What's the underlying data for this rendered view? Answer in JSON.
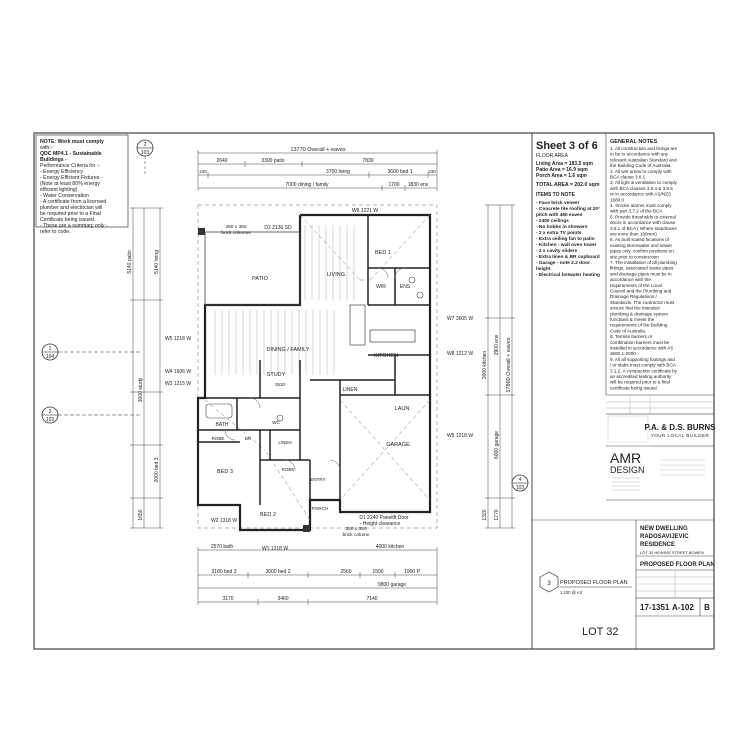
{
  "notes_box": {
    "lines": [
      "NOTE: Work must comply",
      "with:-",
      "QDC MP4.1 - Sustainable",
      "Buildings -",
      "Performance Criteria for :-",
      "- Energy Efficiency",
      "- Energy Efficient Fixtures -",
      "(Note at least 80% energy",
      "efficient lighting)",
      "- Water Conservation",
      "- A certificate from a licensed",
      "plumber and electrician will",
      "be required prior to a Final",
      "Certificate being issued.",
      "- These are a summary only -",
      "refer to code."
    ]
  },
  "sheet_info": {
    "title": "Sheet 3 of 6",
    "subtitle": "FLOOR AREA",
    "area_lines": [
      "Living Area = 183.5 sqm",
      "Patio Area = 16.9 sqm",
      "Porch Area = 1.6 sqm"
    ],
    "total": "TOTAL AREA = 202.0 sqm",
    "items_heading": "ITEMS TO NOTE",
    "items": [
      "- Face brick veneer",
      "- Concrete tile roofing at 20°",
      "pitch with 450 eaves",
      "- 2400 ceilings",
      "- No hobbs in showers",
      "- 2 x extra TV points",
      "- Extra ceiling fan to patio",
      "- Kitchen - wall oven tower",
      "- 2 x cavity sliders",
      "- Extra linen & BR cupboard",
      "- Garage - note 2.2 door",
      "height",
      "- Electrical hotwater heating"
    ]
  },
  "general_notes": {
    "heading": "GENERAL NOTES",
    "lines": [
      "1. All construction and fixings are",
      "to be in accordance with any",
      "relevant Australian Standard and",
      "the Building Code of Australia.",
      "2. All wet areas to comply with",
      "BCA clause 3.8.1",
      "3. All light & ventilation to comply",
      "with BCA clauses 3.8.4 & 3.8.5",
      "or in accordance with AS/NZS",
      "1680.0",
      "4. Smoke alarms must comply",
      "with part 3.7.2 of the BCA",
      "5. Provide thresholds to external",
      "doors in accordance with clause",
      "3.8.1 of BCA ( Where stepdowns",
      "are more than 160mm)",
      "6. As built scaled locations of",
      "existing stormwater and sewer",
      "pipes only, confirm positions on",
      "site prior to construction",
      "7. The installation of all plumbing",
      "fittings, associated waste pipes",
      "and drainage pipes must be in",
      "accordance with the",
      "requirements of the Local",
      "Council and the Plumbing and",
      "Drainage Regulations /",
      "Standards. The contractor must",
      "ensure that the intended",
      "plumbing & drainage system",
      "functions & meets the",
      "requirements of the Building",
      "Code of Australia.",
      "8. Termite barriers or",
      "combination barriers must be",
      "installed in accordance with AS",
      "3660.1-2000",
      "9. All all supporting footings and",
      "/ or slabs must comply with BCA",
      "3.2.2. A compaction certificate by",
      "an accredited testing authority",
      "will be required prior to a final",
      "certificate being issued"
    ]
  },
  "builder": {
    "name": "P.A. & D.S. BURNS",
    "tagline": "YOUR LOCAL BUILDER"
  },
  "designer": {
    "name": "AMR",
    "sub": "DESIGN"
  },
  "project": {
    "line1": "NEW DWELLING",
    "line2": "RADOSAVIJEVIC",
    "line3": "RESIDENCE",
    "lot_line": "LOT 32 HEWING STREET BOWEN",
    "drawing_title": "PROPOSED FLOOR PLAN",
    "job_no": "17-1351",
    "sheet_no": "A-102",
    "revision": "B"
  },
  "overall": {
    "top": "13770 Overall + eaves",
    "side": "17860 Overall + eaves"
  },
  "top_dims": {
    "row1": [
      "2640",
      "3300 patio",
      "7830"
    ],
    "row2": [
      "230",
      "3700 living",
      "3600 bed 1",
      "230"
    ],
    "row3": [
      "7000 dining / family",
      "1700",
      "1830 ens"
    ]
  },
  "left_dims": [
    "5140 patio",
    "5140 living",
    "3000 study",
    "2000 bed 3",
    "1650"
  ],
  "bottom_dims": {
    "row1": [
      "2570 bath",
      "4000 kitchen"
    ],
    "row2": [
      "3180 bed 3",
      "3000 bed 2",
      "2560",
      "1500",
      "1900 P"
    ],
    "row3": [
      "3170",
      "3460",
      "9800 garage",
      "7140"
    ]
  },
  "right_dims": [
    "2900 ens",
    "3000 kitchen",
    "6000 garage",
    "1320",
    "1770"
  ],
  "rooms": {
    "patio": "PATIO",
    "living": "LIVING",
    "bed1": "BED 1",
    "wir": "WIR",
    "ens": "ENS",
    "dining": "DINING / FAMILY",
    "kitchen": "KITCHEN",
    "study": "STUDY",
    "study_dim": "3530",
    "linen": "LINEN",
    "laun": "LAUN",
    "garage": "GARAGE",
    "bath": "BATH",
    "robe1": "ROBE",
    "br": "BR",
    "wc": "WC",
    "linen2": "LINEN",
    "bed3": "BED 3",
    "robe2": "ROBE",
    "entry": "ENTRY",
    "bed2": "BED 2",
    "porch": "PORCH"
  },
  "windows": [
    "W6 1221 W",
    "D2 2130 SD",
    "W5 1218 W",
    "W4 1606 W",
    "W3 1215 W",
    "W7 3605 W",
    "W8 1212 W",
    "W5 1218 W",
    "W2 1318 W",
    "W1 1218 W"
  ],
  "annotations": {
    "columns_top": "350 x 350",
    "columns_top2": "brick columns",
    "garage_door": "D1 2240 Panelift Door",
    "garage_door2": "- Height clearance",
    "columns_bottom": "350 x 350",
    "columns_bottom2": "brick column",
    "lot": "LOT 32"
  },
  "section_markers": [
    {
      "num": "2",
      "ref": "103"
    },
    {
      "num": "1",
      "ref": "104"
    },
    {
      "num": "3",
      "ref": "103"
    },
    {
      "num": "4",
      "ref": "103"
    }
  ],
  "plan_callout": {
    "num": "3",
    "label": "PROPOSED FLOOR PLAN",
    "scale": "1:100 @ A3"
  }
}
